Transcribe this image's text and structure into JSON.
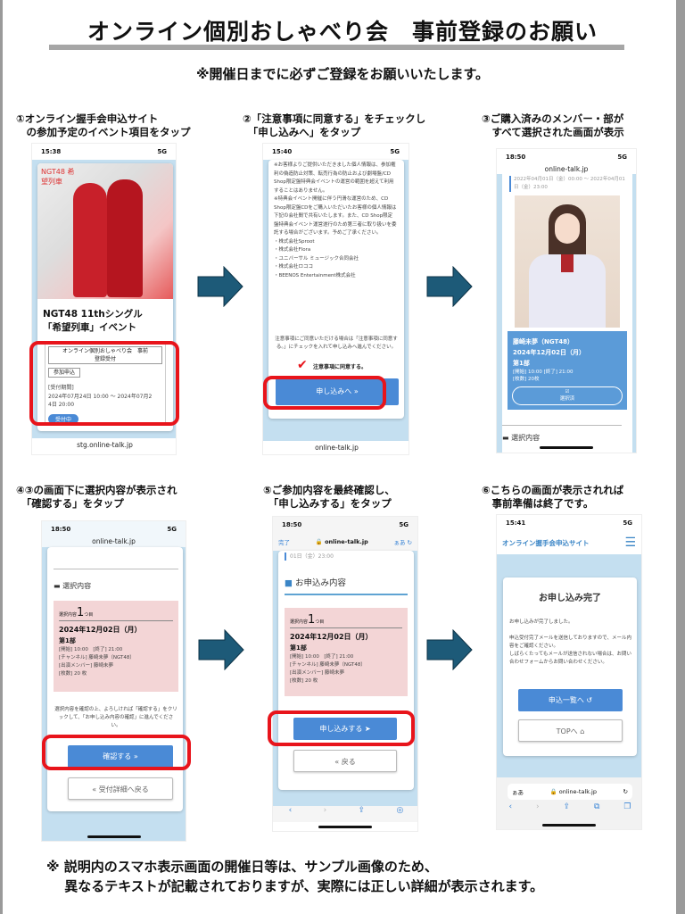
{
  "title": "オンライン個別おしゃべり会　事前登録のお願い",
  "subtitle": "※開催日までに必ずご登録をお願いいたします。",
  "steps": [
    {
      "caption": "①オンライン握手会申込サイト\n　の参加予定のイベント項目をタップ",
      "time": "15:38",
      "signal": "5G",
      "url": "stg.online-talk.jp",
      "logo": "NGT48 希望列車",
      "event_title": "NGT48 11thシングル\n「希望列車」イベント",
      "item_title": "オンライン個別おしゃべり会　事前\n登録受付",
      "apply_label": "参加申込",
      "period_label": "[受付期間]",
      "period": "2024年07月24日 10:00 ～ 2024年07月2\n4日 20:00",
      "status_badge": "受付中"
    },
    {
      "caption": "②「注意事項に同意する」をチェックし\n　「申し込みへ」をタップ",
      "time": "15:40",
      "signal": "5G",
      "url": "online-talk.jp",
      "notice": "※お客様よりご提供いただきました個人情報は、参加権利の偽造防止対策、転売行為の防止および劇場盤/CD Shop限定盤特典会イベントの運営の範囲を超えて利用することはありません。\n※特典会イベント開催に伴う円滑な運営のため、CD Shop限定盤CDをご購入いただいたお客様の個人情報は下記の会社間で共有いたします。また、CD Shop限定盤特典会イベント運営遂行のため第三者に取り扱いを委託する場合がございます。予めご了承ください。\n・株式会社Sproot\n・株式会社Flora\n・ユニバーサル ミュージック合同会社\n・株式会社ロココ\n・BEENOS Entertainment株式会社",
      "agree_note": "注意事項にご同意いただける場合は「注意事項に同意する。」にチェックを入れて申し込みへ進んでください。",
      "agree_label": "注意事項に同意する。",
      "next_button": "申し込みへ »"
    },
    {
      "caption": "③ご購入済みのメンバー・部が\n　すべて選択された画面が表示",
      "time": "18:50",
      "signal": "5G",
      "url": "online-talk.jp",
      "period": "2022年04月01日（金）00:00 ～ 2022年04月01日（金）23:00",
      "member": "藤崎未夢（NGT48）",
      "date": "2024年12月02日（月）",
      "part": "第1部",
      "times": "[開始] 10:00  [終了] 21:00",
      "count": "[枚数] 20枚",
      "selected_label": "選択済",
      "section_label": "選択内容"
    },
    {
      "caption": "④③の画面下に選択内容が表示され\n　「確認する」をタップ",
      "time": "18:50",
      "signal": "5G",
      "url": "online-talk.jp",
      "section_label": "選択内容",
      "sel_prefix": "選択内容",
      "sel_num": "1",
      "sel_suffix": "つ目",
      "date": "2024年12月02日（月）",
      "part": "第1部",
      "times": "[開始] 10:00　[終了] 21:00",
      "channel": "[チャンネル] 藤崎未夢（NGT48）",
      "members": "[出演メンバー] 藤崎未夢",
      "count": "[枚数] 20 枚",
      "note": "選択内容を確認の上、よろしければ「確認する」をクリックして、「お申し込み内容の確認」に進んでください。",
      "confirm_button": "確認する »",
      "back_button": "« 受付詳細へ戻る"
    },
    {
      "caption": "⑤ご参加内容を最終確認し、\n　「申し込みする」をタップ",
      "time": "18:50",
      "signal": "5G",
      "done_label": "完了",
      "url": "online-talk.jp",
      "aa": "ぁあ",
      "partial": "01日（金）23:00",
      "section_label": "お申込み内容",
      "sel_prefix": "選択内容",
      "sel_num": "1",
      "sel_suffix": "つ目",
      "date": "2024年12月02日（月）",
      "part": "第1部",
      "times": "[開始] 10:00　[終了] 21:00",
      "channel": "[チャンネル] 藤崎未夢（NGT48）",
      "members": "[出演メンバー] 藤崎未夢",
      "count": "[枚数] 20 枚",
      "apply_button": "申し込みする ➤",
      "back_button": "« 戻る"
    },
    {
      "caption": "⑥こちらの画面が表示されれば\n　事前準備は終了です。",
      "time": "15:41",
      "signal": "5G",
      "site_name": "オンライン握手会申込サイト",
      "heading": "お申し込み完了",
      "msg1": "お申し込みが完了しました。",
      "msg2": "申込受付完了メールを送信しておりますので、メール内容をご確認ください。\nしばらくたってもメールが送信されない場合は、お問い合わせフォームからお問い合わせください。",
      "list_button": "申込一覧へ ↺",
      "top_button": "TOPへ ⌂",
      "aa": "ぁあ",
      "url": "online-talk.jp"
    }
  ],
  "footer": "※ 説明内のスマホ表示画面の開催日等は、サンプル画像のため、\n　 異なるテキストが記載されておりますが、実際には正しい詳細が表示されます。",
  "colors": {
    "arrow": "#1d5a78",
    "highlight": "#e8141b",
    "button": "#4a8ad6",
    "pink": "#f3d5d6"
  }
}
